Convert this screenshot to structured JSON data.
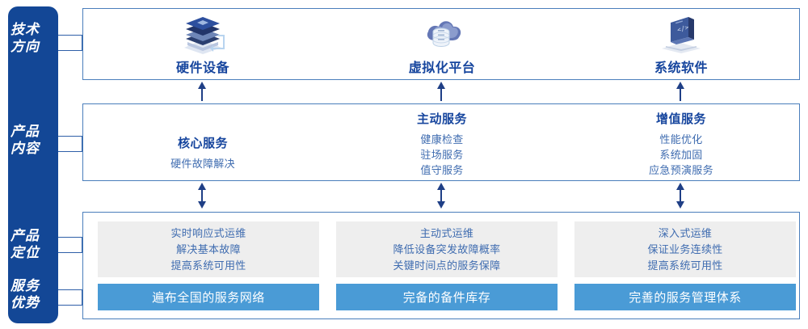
{
  "sidebar": {
    "color": "#134796",
    "labels": [
      {
        "name": "tech-direction",
        "line1": "技术",
        "line2": "方向"
      },
      {
        "name": "product-content",
        "line1": "产品",
        "line2": "内容"
      },
      {
        "name": "product-positioning",
        "line1": "产品",
        "line2": "定位"
      },
      {
        "name": "service-advantage",
        "line1": "服务",
        "line2": "优势"
      }
    ]
  },
  "tech_direction": {
    "columns": [
      {
        "icon": "server-stack-icon",
        "label": "硬件设备"
      },
      {
        "icon": "cloud-database-icon",
        "label": "虚拟化平台"
      },
      {
        "icon": "laptop-code-icon",
        "label": "系统软件"
      }
    ]
  },
  "product_content": {
    "columns": [
      {
        "title": "核心服务",
        "items": [
          "硬件故障解决"
        ]
      },
      {
        "title": "主动服务",
        "items": [
          "健康检查",
          "驻场服务",
          "值守服务"
        ]
      },
      {
        "title": "增值服务",
        "items": [
          "性能优化",
          "系统加固",
          "应急预演服务"
        ]
      }
    ]
  },
  "product_positioning": {
    "cards": [
      {
        "lines": [
          "实时响应式运维",
          "解决基本故障",
          "提高系统可用性"
        ]
      },
      {
        "lines": [
          "主动式运维",
          "降低设备突发故障概率",
          "关键时间点的服务保障"
        ]
      },
      {
        "lines": [
          "深入式运维",
          "保证业务连续性",
          "提高系统可用性"
        ]
      }
    ]
  },
  "service_advantage": {
    "color": "#4a9bd6",
    "bars": [
      "遍布全国的服务网络",
      "完备的备件库存",
      "完善的服务管理体系"
    ]
  }
}
